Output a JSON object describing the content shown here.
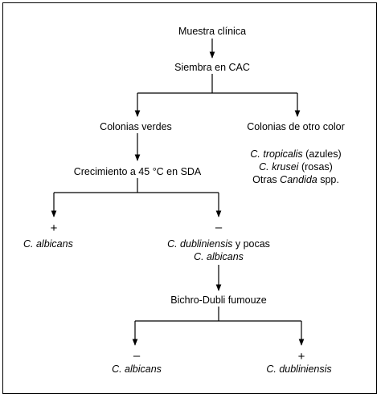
{
  "diagram": {
    "root": "Muestra clínica",
    "medium": "Siembra en CAC",
    "branch_green": "Colonias verdes",
    "branch_other": "Colonias de otro color",
    "other_list": {
      "line1_species": "C. tropicalis",
      "line1_note": "(azules)",
      "line2_species": "C. krusei",
      "line2_note": "(rosas)",
      "line3_prefix": "Otras",
      "line3_genus": "Candida",
      "line3_suffix": "spp."
    },
    "growth_test": "Crecimiento a 45 °C en SDA",
    "growth_positive_sign": "+",
    "growth_negative_sign": "–",
    "growth_positive_result": "C. albicans",
    "growth_negative_result_line1_species": "C. dubliniensis",
    "growth_negative_result_line1_suffix": "y pocas",
    "growth_negative_result_line2": "C. albicans",
    "bichro_test": "Bichro-Dubli fumouze",
    "bichro_negative_sign": "–",
    "bichro_positive_sign": "+",
    "bichro_negative_result": "C. albicans",
    "bichro_positive_result": "C. dubliniensis"
  }
}
